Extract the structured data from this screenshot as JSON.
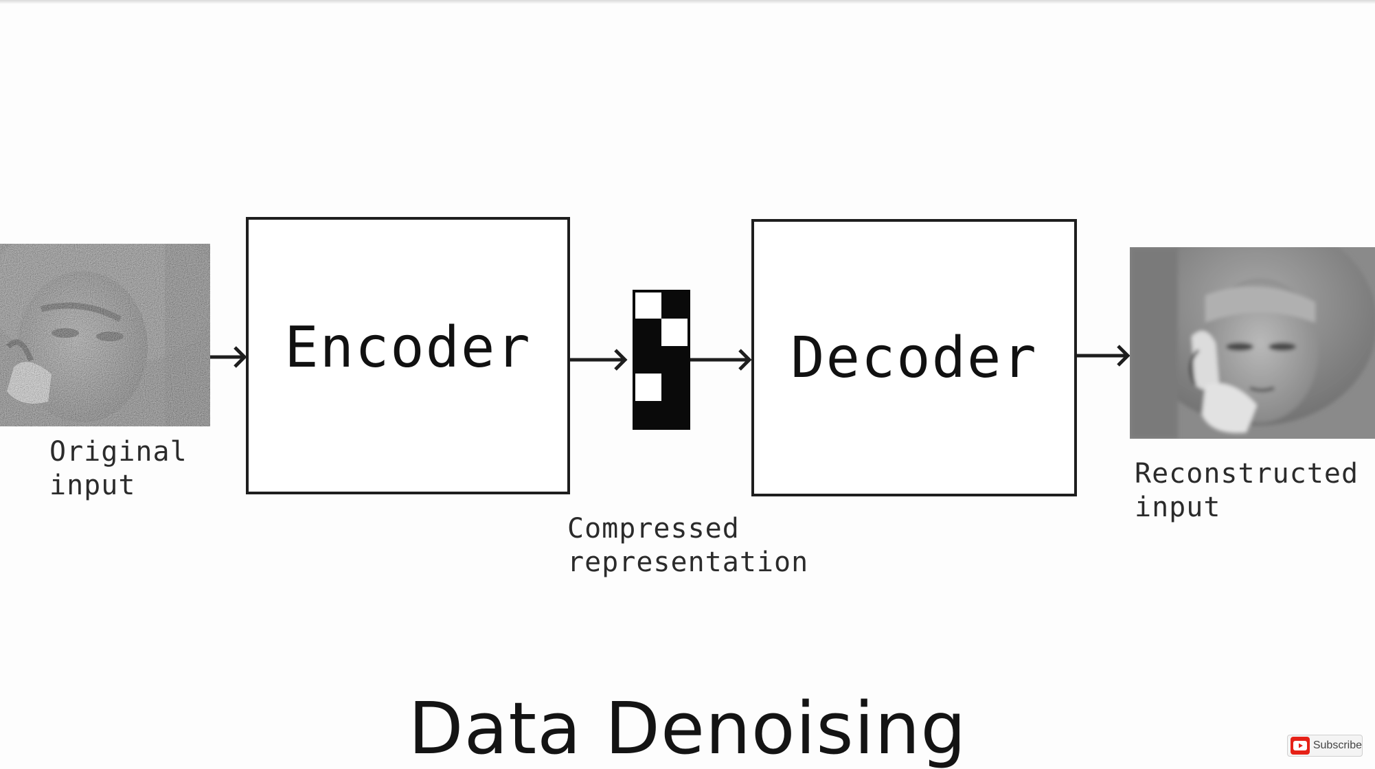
{
  "diagram": {
    "encoder_label": "Encoder",
    "decoder_label": "Decoder",
    "original_caption": "Original\ninput",
    "compressed_caption": "Compressed\nrepresentation",
    "reconstructed_caption": "Reconstructed\ninput",
    "title": "Data Denoising",
    "code_cells": [
      [
        0,
        1
      ],
      [
        1,
        0
      ],
      [
        1,
        1
      ],
      [
        0,
        1
      ],
      [
        1,
        1
      ]
    ]
  },
  "subscribe_button": {
    "label": "Subscribe",
    "icon": "youtube-play-icon",
    "accent": "#e62117"
  },
  "colors": {
    "stroke": "#1e1e1e",
    "background": "#fdfdfd"
  }
}
